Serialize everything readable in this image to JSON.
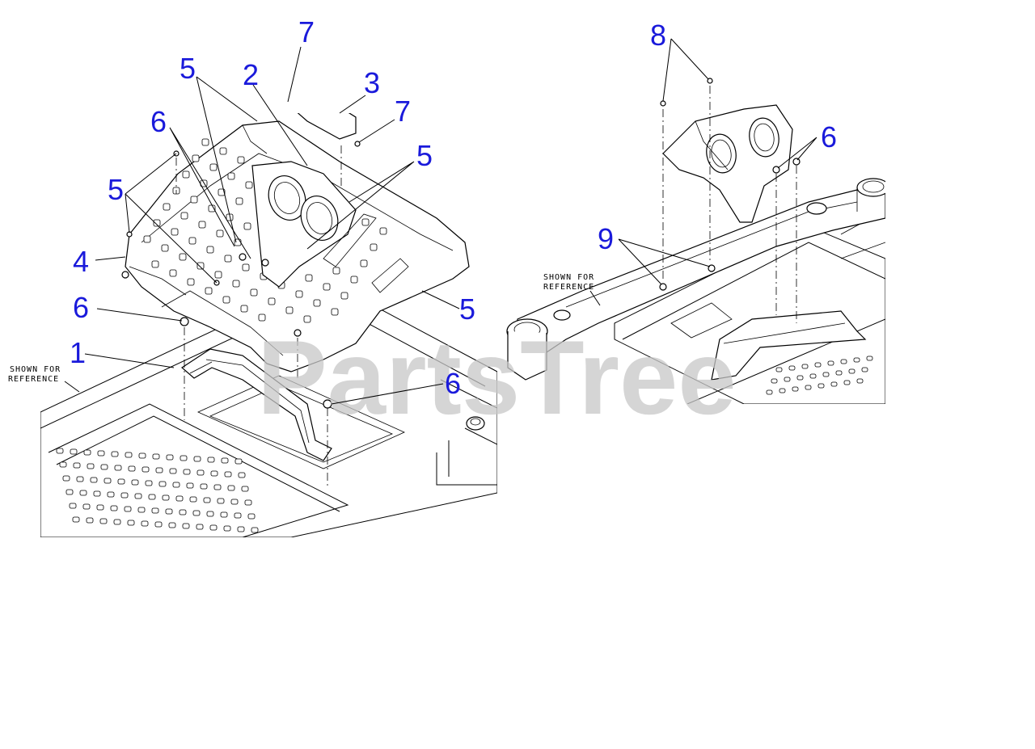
{
  "diagram": {
    "watermark": "PartsTree",
    "reference_notes": [
      {
        "line1": "SHOWN FOR",
        "line2": "REFERENCE"
      },
      {
        "line1": "SHOWN FOR",
        "line2": "REFERENCE"
      }
    ],
    "callouts": [
      {
        "label": "7"
      },
      {
        "label": "5"
      },
      {
        "label": "2"
      },
      {
        "label": "3"
      },
      {
        "label": "7"
      },
      {
        "label": "6"
      },
      {
        "label": "5"
      },
      {
        "label": "5"
      },
      {
        "label": "4"
      },
      {
        "label": "5"
      },
      {
        "label": "6"
      },
      {
        "label": "1"
      },
      {
        "label": "6"
      },
      {
        "label": "8"
      },
      {
        "label": "6"
      },
      {
        "label": "9"
      }
    ],
    "colors": {
      "callout": "#1a1adb",
      "watermark": "#c8c8c8",
      "linework": "#000000",
      "background": "#ffffff"
    }
  }
}
